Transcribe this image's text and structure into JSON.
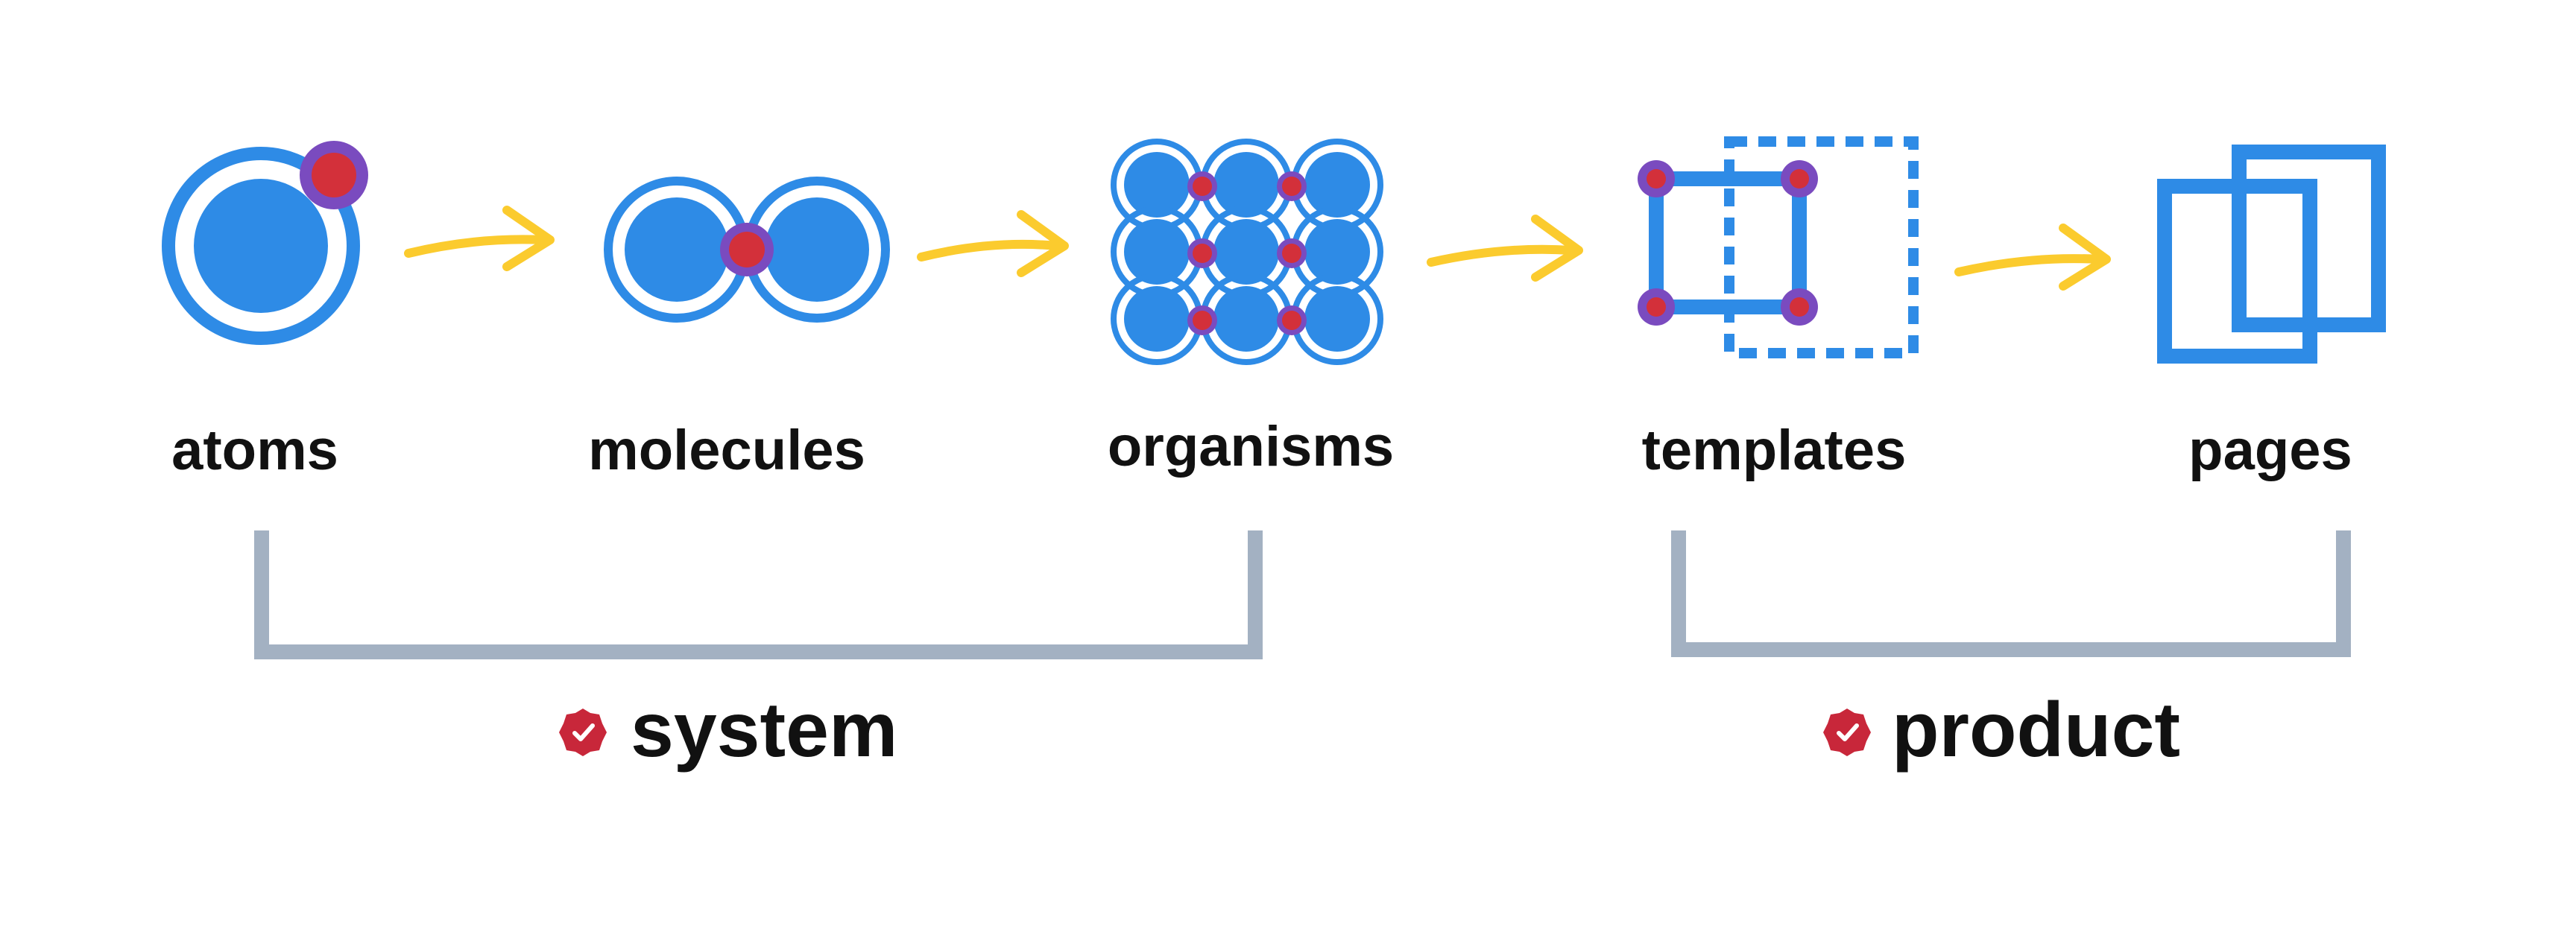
{
  "stages": [
    {
      "label": "atoms",
      "icon": "atom-icon"
    },
    {
      "label": "molecules",
      "icon": "molecule-icon"
    },
    {
      "label": "organisms",
      "icon": "organism-icon"
    },
    {
      "label": "templates",
      "icon": "template-icon"
    },
    {
      "label": "pages",
      "icon": "pages-icon"
    }
  ],
  "groups": [
    {
      "label": "system",
      "icon": "check-badge-icon"
    },
    {
      "label": "product",
      "icon": "check-badge-icon"
    }
  ],
  "colors": {
    "icon_blue": "#2E8BE6",
    "node_red": "#D3303A",
    "node_purple": "#7A4BBF",
    "arrow_yellow": "#FBCB2E",
    "bracket_gray": "#A3B1C2",
    "badge_red": "#C8273A",
    "text": "#111111"
  }
}
